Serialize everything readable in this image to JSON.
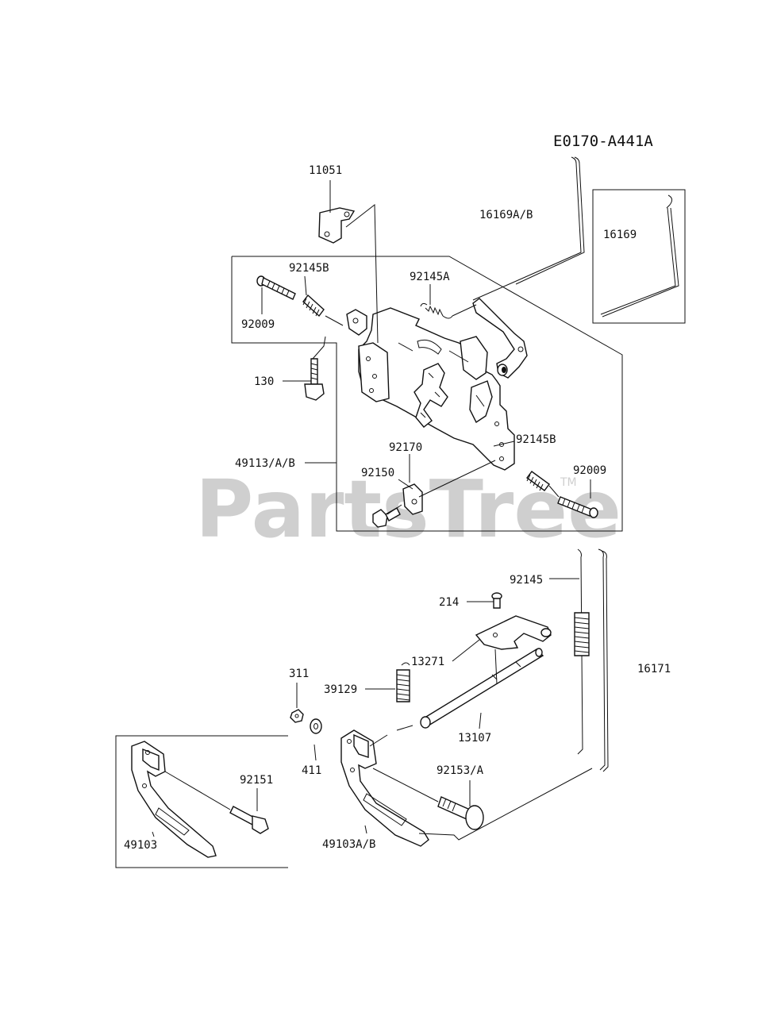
{
  "diagram_code": "E0170-A441A",
  "watermark": "PartsTree",
  "watermark_tm": "TM",
  "labels": {
    "p11051": "11051",
    "p16169ab": "16169A/B",
    "p16169": "16169",
    "p92145b_top": "92145B",
    "p92145a": "92145A",
    "p92009_top": "92009",
    "p130": "130",
    "p49113": "49113/A/B",
    "p92170": "92170",
    "p92150": "92150",
    "p92145b_mid": "92145B",
    "p92009_mid": "92009",
    "p92145": "92145",
    "p214": "214",
    "p13271": "13271",
    "p16171": "16171",
    "p311": "311",
    "p39129": "39129",
    "p13107": "13107",
    "p411": "411",
    "p92151": "92151",
    "p92153a": "92153/A",
    "p49103": "49103",
    "p49103ab": "49103A/B"
  }
}
